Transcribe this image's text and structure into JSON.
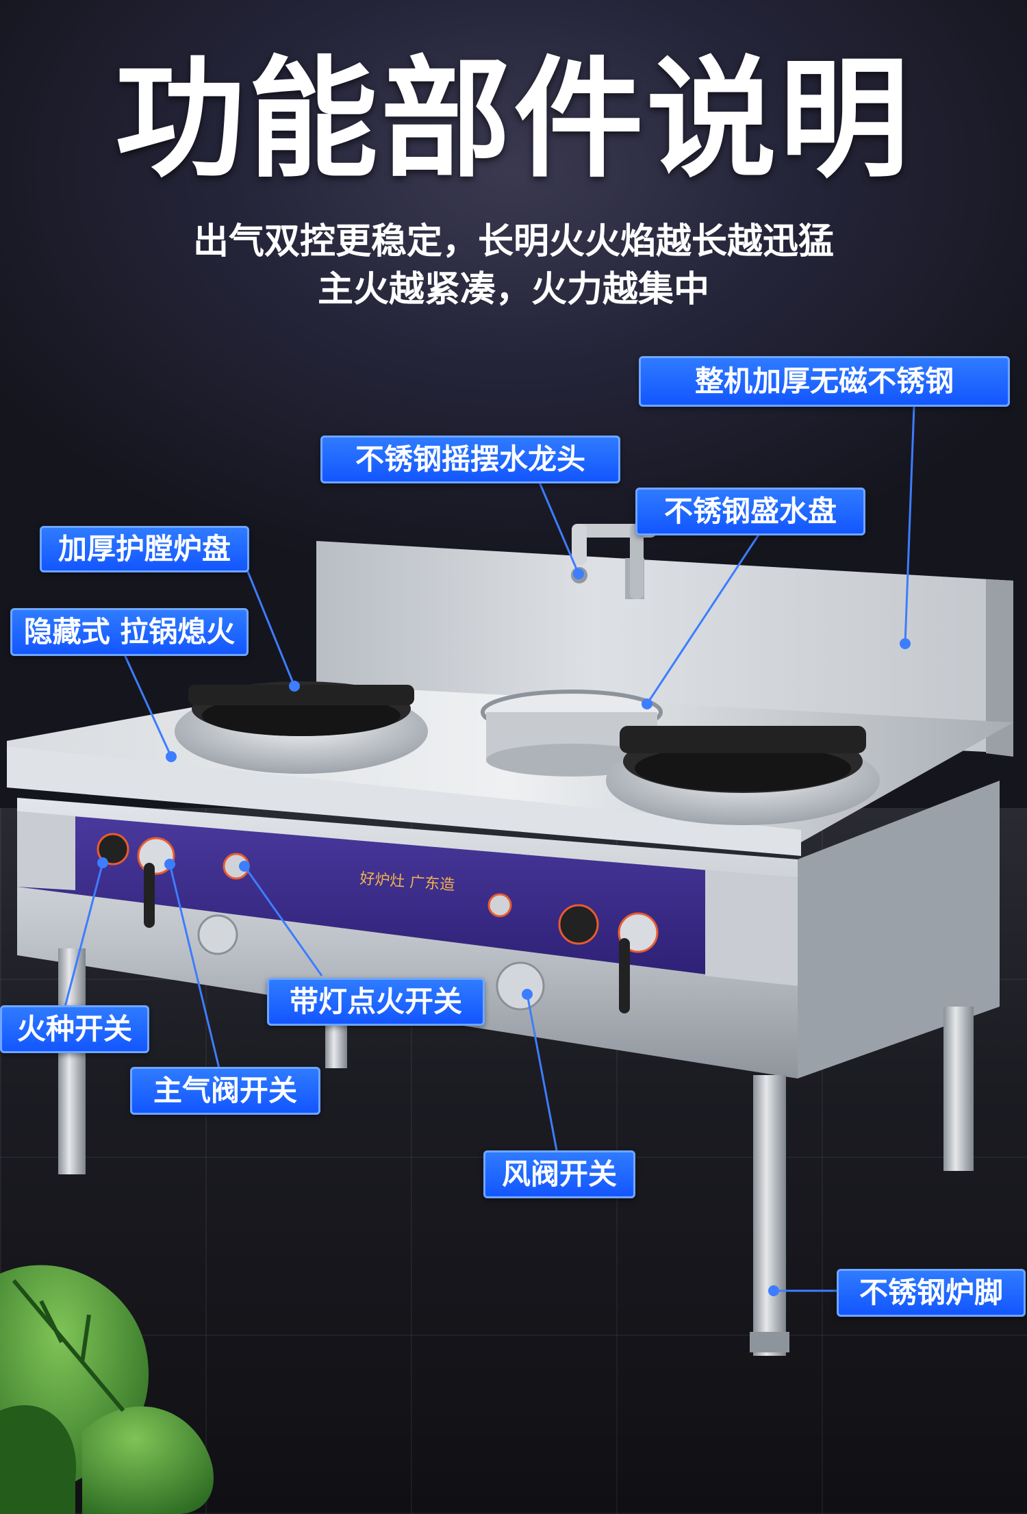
{
  "title": "功能部件说明",
  "subtitle_line1": "出气双控更稳定，长明火火焰越长越迅猛",
  "subtitle_line2": "主火越紧凑，火力越集中",
  "brand_panel_text": "好炉灶 广东造",
  "labels": {
    "body": "整机加厚无磁不锈钢",
    "faucet": "不锈钢摇摆水龙头",
    "water_tray": "不锈钢盛水盘",
    "burner_plate": "加厚护膛炉盘",
    "pull_fire": "隐藏式 拉锅熄火",
    "pilot_switch": "火种开关",
    "main_valve": "主气阀开关",
    "ignition": "带灯点火开关",
    "air_valve": "风阀开关",
    "legs": "不锈钢炉脚"
  },
  "colors": {
    "label_blue": "#1a5cff",
    "panel_purple": "#3a2a8c",
    "steel": "#c9cdd3"
  },
  "icons": [
    "monstera-leaf-icon",
    "faucet-icon",
    "burner-icon",
    "knob-icon"
  ]
}
